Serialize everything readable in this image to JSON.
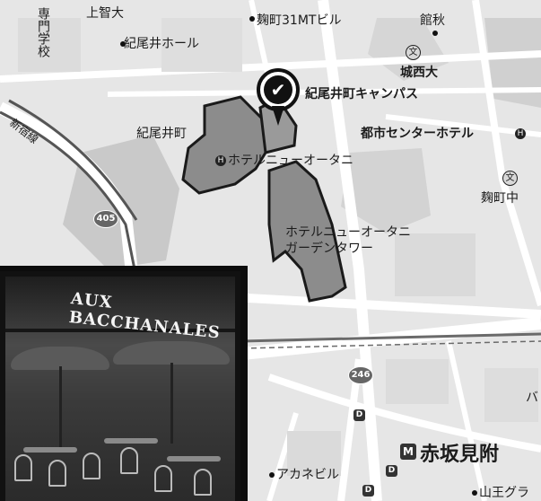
{
  "labels": {
    "senmon_gakko": "専門学校",
    "kamichi_dai": "上智大",
    "kojimachi_31mt": "麹町31MTビル",
    "kanakaku": "館秋",
    "kioi_hall": "紀尾井ホール",
    "josai_dai": "城西大",
    "kioicho_campus": "紀尾井町キャンパス",
    "kioicho": "紀尾井町",
    "toshi_center_hotel": "都市センターホテル",
    "hotel_new_otani": "ホテルニューオータニ",
    "kojimachi_naka": "麹町中",
    "shinjuku_sen": "新宿線",
    "hno_garden_tower_1": "ホテルニューオータニ",
    "hno_garden_tower_2": "ガーデンタワー",
    "akasaka_mitsuke": "赤坂見附",
    "akane_biru": "アカネビル",
    "sanno_gura": "山王グラ",
    "edge_ha": "バ"
  },
  "routes": {
    "r405": "405",
    "r246": "246"
  },
  "icons": {
    "hotel_letter": "H",
    "school_letter": "文",
    "subway_letter": "D",
    "station_letter": "M"
  },
  "pin": {
    "symbol": "✔"
  },
  "photo": {
    "sign": "AUX BACCHANALES"
  },
  "colors": {
    "building": "#8c8c8c",
    "road": "#ffffff",
    "background": "#e9e9e9",
    "pin": "#111111"
  }
}
